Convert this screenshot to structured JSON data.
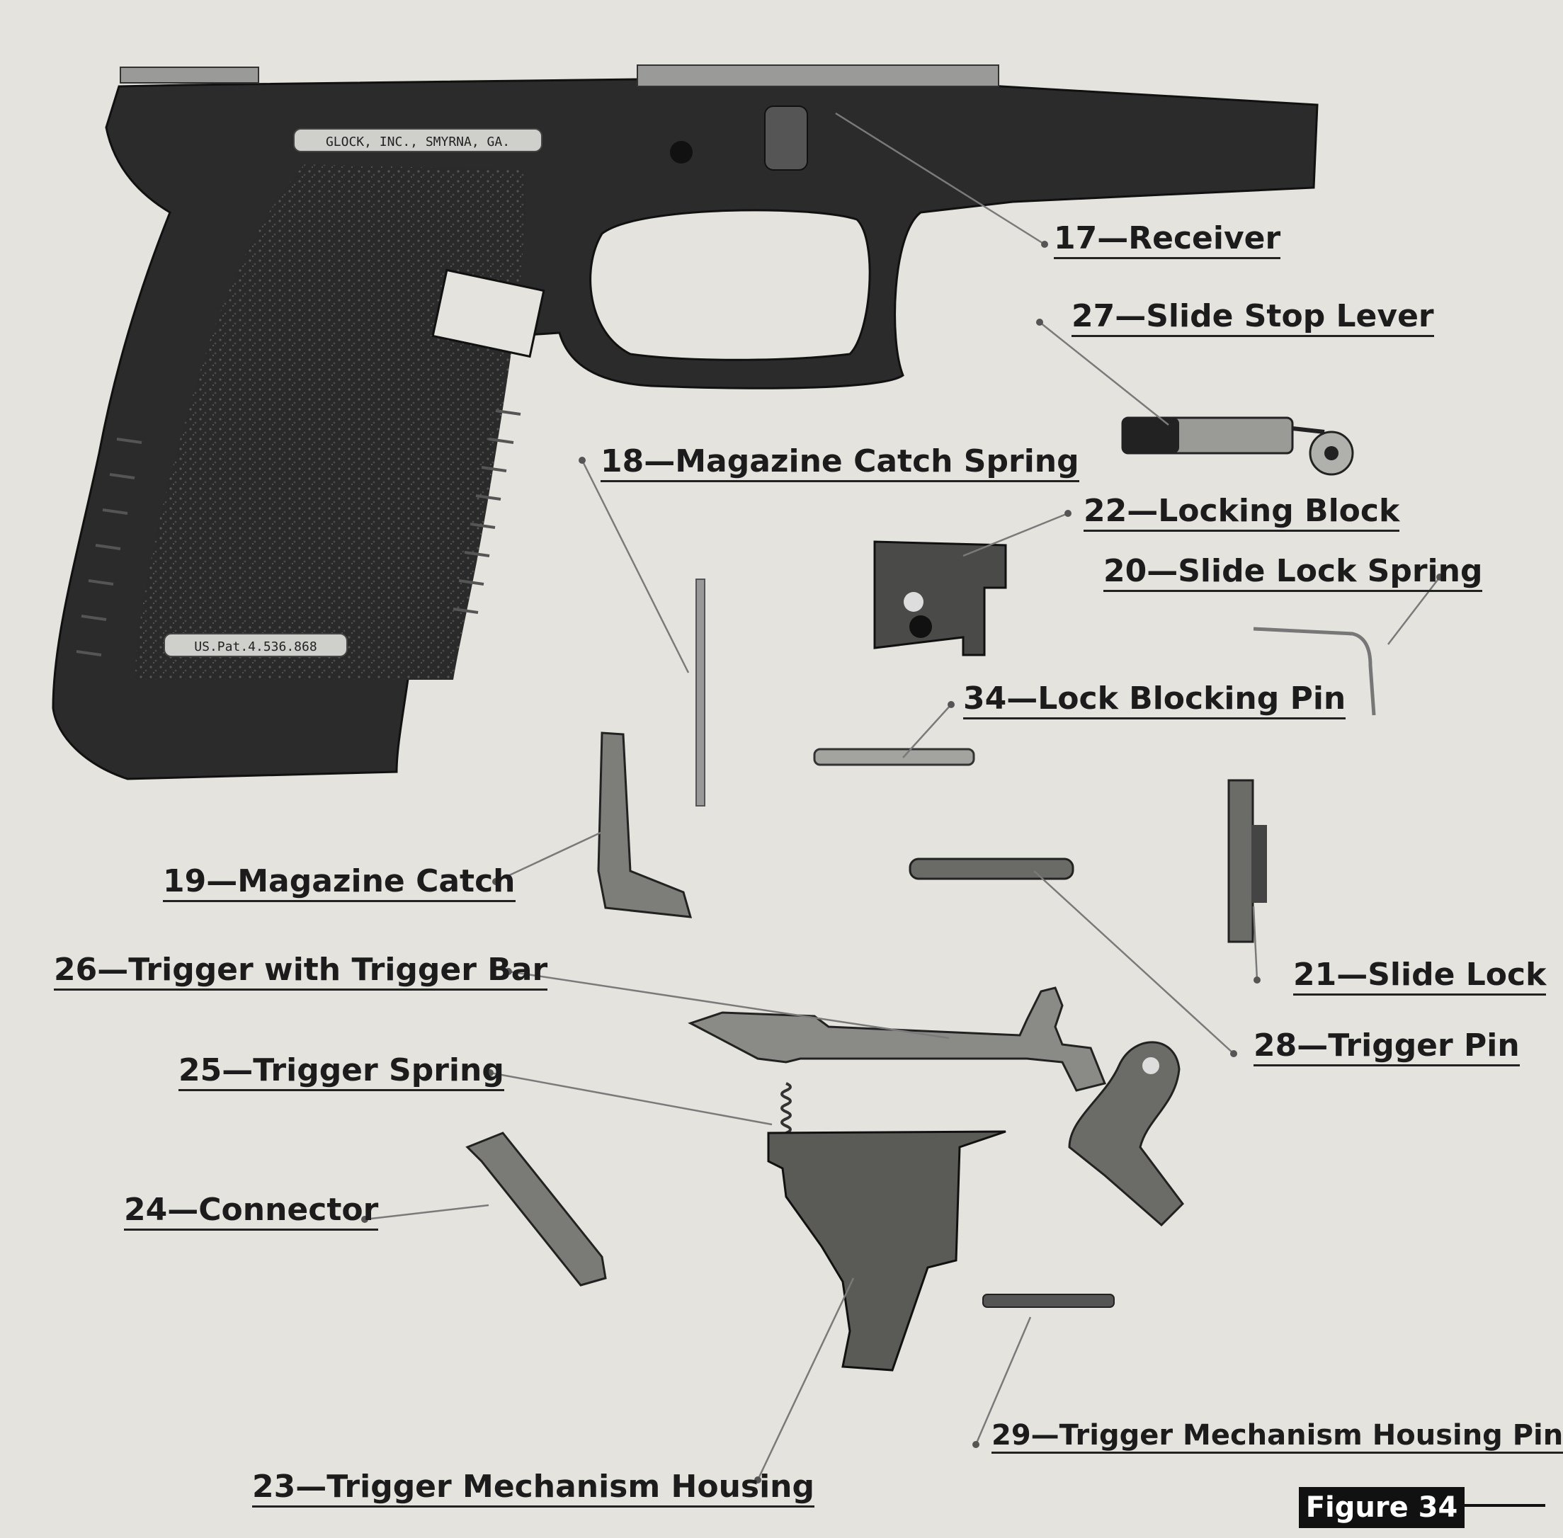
{
  "frame_stamp": "GLOCK, INC., SMYRNA, GA.",
  "patent_stamp": "US.Pat.4.536.868",
  "labels": {
    "receiver": "17—Receiver",
    "slide_stop_lever": "27—Slide Stop Lever",
    "magazine_catch_spring": "18—Magazine Catch Spring",
    "locking_block": "22—Locking Block",
    "slide_lock_spring": "20—Slide Lock Spring",
    "lock_blocking_pin": "34—Lock Blocking Pin",
    "magazine_catch": "19—Magazine Catch",
    "trigger_with_trigger_bar": "26—Trigger with Trigger Bar",
    "slide_lock": "21—Slide Lock",
    "trigger_pin": "28—Trigger Pin",
    "trigger_spring": "25—Trigger Spring",
    "connector": "24—Connector",
    "trigger_mechanism_housing_pin": "29—Trigger Mechanism Housing Pin",
    "trigger_mechanism_housing": "23—Trigger Mechanism Housing"
  },
  "figure_label": "Figure 34"
}
